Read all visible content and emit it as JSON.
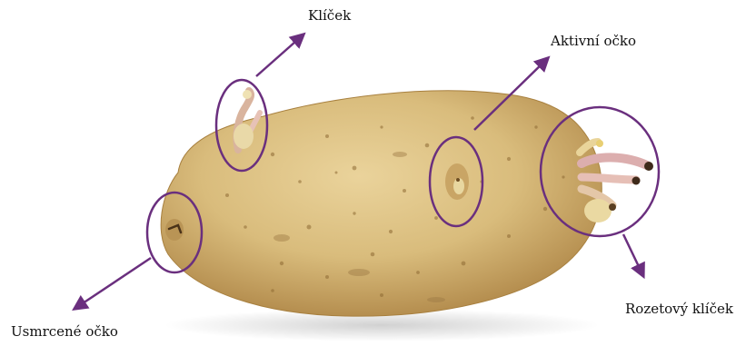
{
  "labels": {
    "sprout": "Klíček",
    "active_eye": "Aktivní očko",
    "dead_eye": "Usmrcené očko",
    "rosette_sprout": "Rozetový klíček"
  },
  "colors": {
    "annotation": "#6a2f7e",
    "potato_skin": "#d9bc7c",
    "potato_shadow": "#b58f4e",
    "sprout_pink": "#e3b2b2",
    "sprout_cream": "#efe2b4",
    "background": "#ffffff"
  }
}
